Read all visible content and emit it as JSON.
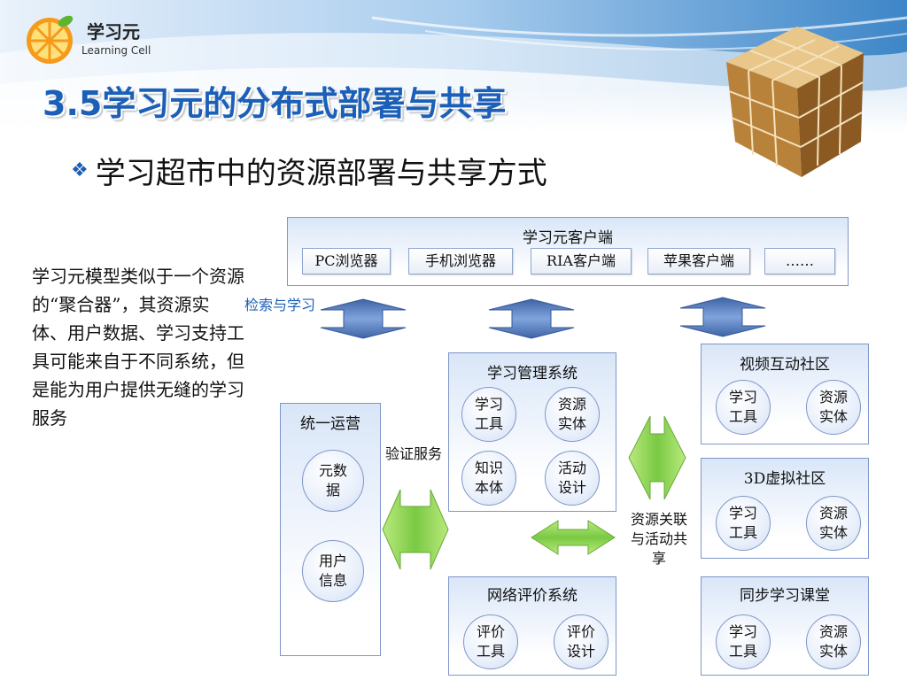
{
  "logo": {
    "name": "学习元",
    "subname": "Learning Cell"
  },
  "title": "3.5学习元的分布式部署与共享",
  "subtitle": "学习超市中的资源部署与共享方式",
  "intro": "学习元模型类似于一个资源的“聚合器”，其资源实体、用户数据、学习支持工具可能来自于不同系统，但是能为用户提供无缝的学习服务",
  "colors": {
    "title": "#1b5fb8",
    "box_border": "#7f96c8",
    "arrow_blue": "#5a80bd",
    "arrow_green": "#8fd14f"
  },
  "client": {
    "title": "学习元客户端",
    "buttons": [
      "PC浏览器",
      "手机浏览器",
      "RIA客户端",
      "苹果客户端",
      "……"
    ]
  },
  "labels": {
    "retrieve": "检索与学习",
    "verify": "验证服务",
    "resource_link": "资源关联与活动共享"
  },
  "unified": {
    "title": "统一运营",
    "items": [
      "元数据",
      "用户信息"
    ]
  },
  "lms": {
    "title": "学习管理系统",
    "items": [
      "学习工具",
      "资源实体",
      "知识本体",
      "活动设计"
    ]
  },
  "eval": {
    "title": "网络评价系统",
    "items": [
      "评价工具",
      "评价设计"
    ]
  },
  "video": {
    "title": "视频互动社区",
    "items": [
      "学习工具",
      "资源实体"
    ]
  },
  "virtual3d": {
    "title": "3D虚拟社区",
    "items": [
      "学习工具",
      "资源实体"
    ]
  },
  "sync": {
    "title": "同步学习课堂",
    "items": [
      "学习工具",
      "资源实体"
    ]
  }
}
